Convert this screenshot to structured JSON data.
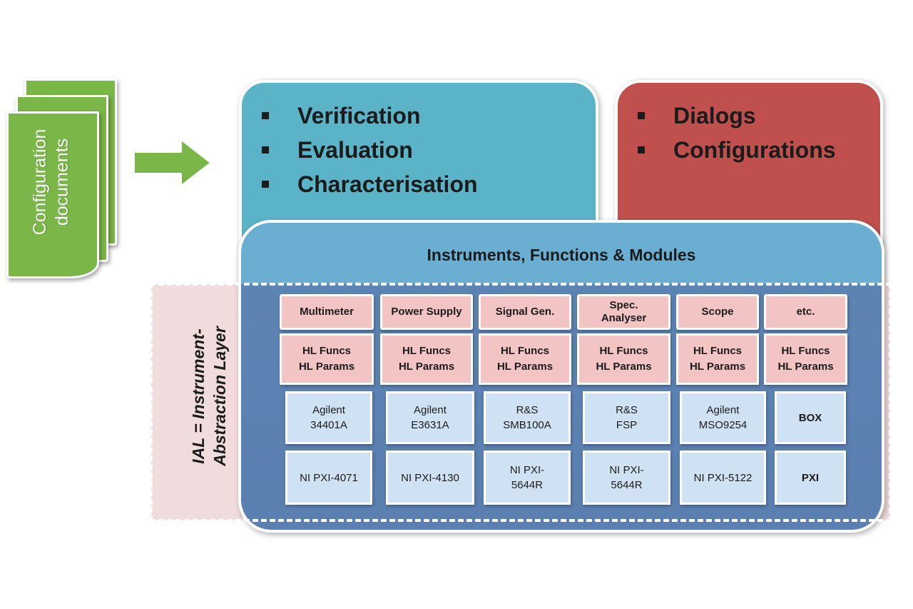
{
  "config_docs": {
    "line1": "Configuration",
    "line2": "documents"
  },
  "top_left_panel": {
    "items": [
      "Verification",
      "Evaluation",
      "Characterisation"
    ]
  },
  "top_right_panel": {
    "items": [
      "Dialogs",
      "Configurations"
    ]
  },
  "instruments": {
    "title": "Instruments, Functions & Modules"
  },
  "ial": {
    "line1": "IAL = Instrument-",
    "line2": "Abstraction Layer"
  },
  "columns": [
    {
      "header": "Multimeter",
      "hl1": "HL Funcs",
      "hl2": "HL Params",
      "dev1": "Agilent\n34401A",
      "dev2": "NI PXI-4071"
    },
    {
      "header": "Power Supply",
      "hl1": "HL Funcs",
      "hl2": "HL Params",
      "dev1": "Agilent\nE3631A",
      "dev2": "NI PXI-4130"
    },
    {
      "header": "Signal Gen.",
      "hl1": "HL Funcs",
      "hl2": "HL Params",
      "dev1": "R&S\nSMB100A",
      "dev2": "NI PXI-\n5644R"
    },
    {
      "header": "Spec.\nAnalyser",
      "hl1": "HL Funcs",
      "hl2": "HL Params",
      "dev1": "R&S\nFSP",
      "dev2": "NI PXI-\n5644R"
    },
    {
      "header": "Scope",
      "hl1": "HL Funcs",
      "hl2": "HL Params",
      "dev1": "Agilent\nMSO9254",
      "dev2": "NI PXI-5122"
    },
    {
      "header": "etc.",
      "hl1": "HL Funcs",
      "hl2": "HL Params",
      "dev1": "BOX",
      "dev2": "PXI"
    }
  ]
}
